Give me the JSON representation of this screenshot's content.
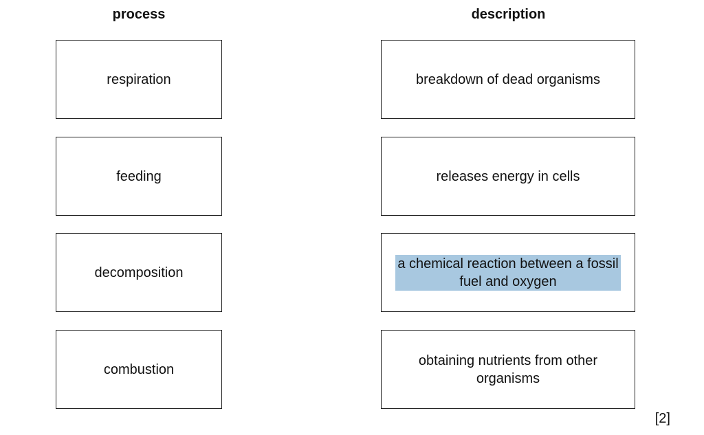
{
  "headers": {
    "process": "process",
    "description": "description"
  },
  "processes": [
    "respiration",
    "feeding",
    "decomposition",
    "combustion"
  ],
  "descriptions": [
    "breakdown of dead organisms",
    "releases energy in cells",
    "a chemical reaction between a fossil fuel and oxygen",
    "obtaining nutrients from other organisms"
  ],
  "selected_description_index": 2,
  "colors": {
    "selection_highlight": "#a8c8e0",
    "border": "#222222"
  },
  "marks": "[2]"
}
